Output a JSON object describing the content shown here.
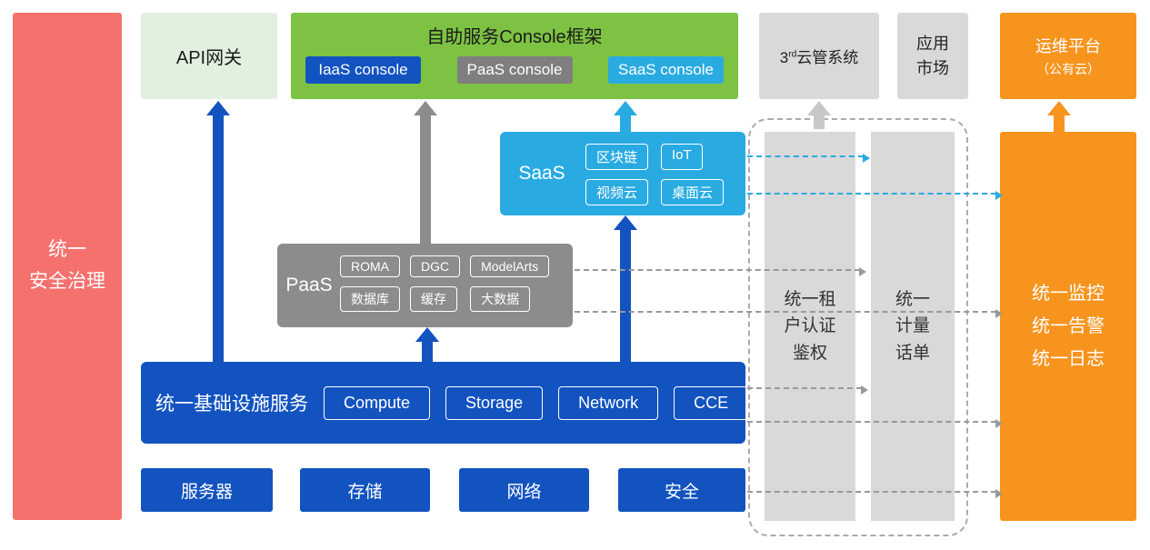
{
  "colors": {
    "red": "#F5716E",
    "light_green": "#E2F0DF",
    "green": "#7DC242",
    "blue": "#1253C0",
    "gray": "#8C8C8C",
    "light_gray": "#D9D9D9",
    "cyan": "#29ABE2",
    "orange": "#F7941E"
  },
  "security_bar": {
    "label": "统一\n安全治理"
  },
  "api_gateway": {
    "label": "API网关"
  },
  "console_frame": {
    "title": "自助服务Console框架",
    "buttons": [
      {
        "label": "IaaS console"
      },
      {
        "label": "PaaS console"
      },
      {
        "label": "SaaS console"
      }
    ]
  },
  "third_party_cloud": {
    "base": "3",
    "sup": "rd",
    "rest": "云管系统"
  },
  "app_market": {
    "label": "应用\n市场"
  },
  "om_platform": {
    "line1": "运维平台",
    "line2": "（公有云）"
  },
  "saas": {
    "label": "SaaS",
    "chips": [
      "区块链",
      "IoT",
      "视频云",
      "桌面云"
    ]
  },
  "paas": {
    "label": "PaaS",
    "chips": [
      "ROMA",
      "DGC",
      "ModelArts",
      "数据库",
      "缓存",
      "大数据"
    ]
  },
  "iaas": {
    "label": "统一基础设施服务",
    "chips": [
      "Compute",
      "Storage",
      "Network",
      "CCE"
    ]
  },
  "foundation": {
    "items": [
      "服务器",
      "存储",
      "网络",
      "安全"
    ]
  },
  "right_rail": {
    "tenant_auth": "统一租\n户认证\n鉴权",
    "metering": "统一\n计量\n话单",
    "om_monitor": "统一监控\n统一告警\n统一日志"
  }
}
